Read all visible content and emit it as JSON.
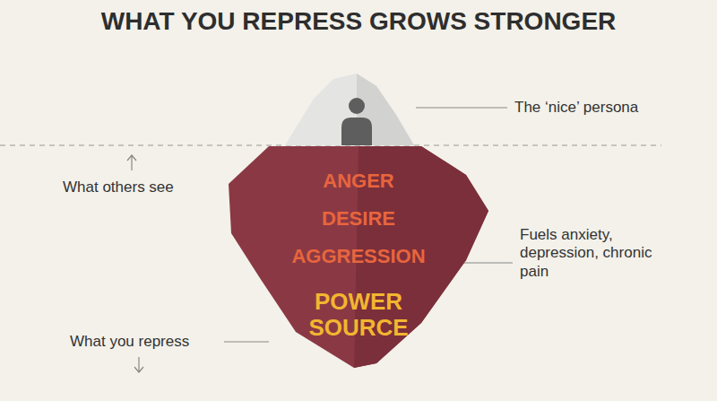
{
  "diagram": {
    "title": "WHAT YOU REPRESS GROWS STRONGER",
    "nodes": [
      {
        "text": [
          "ANGER",
          "DESIRE",
          "AGGRESSION",
          "POWER SOURCE"
        ]
      }
    ],
    "labels": [
      "The ‘nice’ persona",
      "What others see",
      "What you repress",
      "Fuels anxiety, depression, chronic pain"
    ]
  }
}
